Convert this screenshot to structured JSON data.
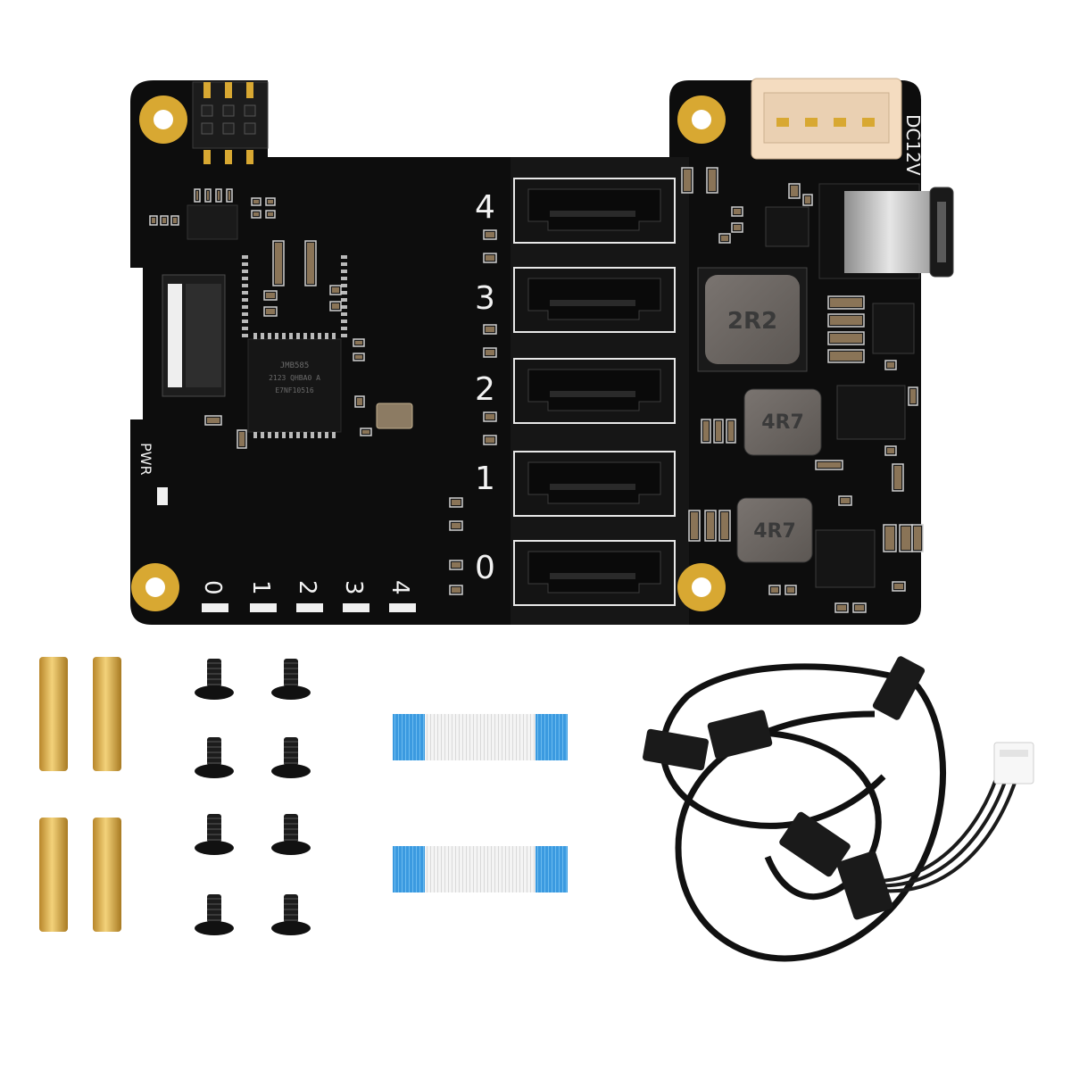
{
  "board": {
    "power_label": "DC12V",
    "pwr_label": "PWR",
    "port_numbers": [
      "4",
      "3",
      "2",
      "1",
      "0"
    ],
    "led_numbers": [
      "0",
      "1",
      "2",
      "3",
      "4"
    ],
    "inductor_large": "2R2",
    "inductor_small_a": "4R7",
    "inductor_small_b": "4R7",
    "chip_line1": "JMB585",
    "chip_line2": "2123 QHBA0 A",
    "chip_line3": "E7NF10516"
  },
  "accessories": {
    "standoff_count": 4,
    "screw_count": 8,
    "ffc_cable_count": 2,
    "power_cable_connectors": 5
  },
  "colors": {
    "pcb": "#0d0d0d",
    "gold": "#d8a832",
    "white_connector": "#f4dcc0",
    "ffc_blue": "#4aa6e4",
    "brass": "#e0b555"
  }
}
